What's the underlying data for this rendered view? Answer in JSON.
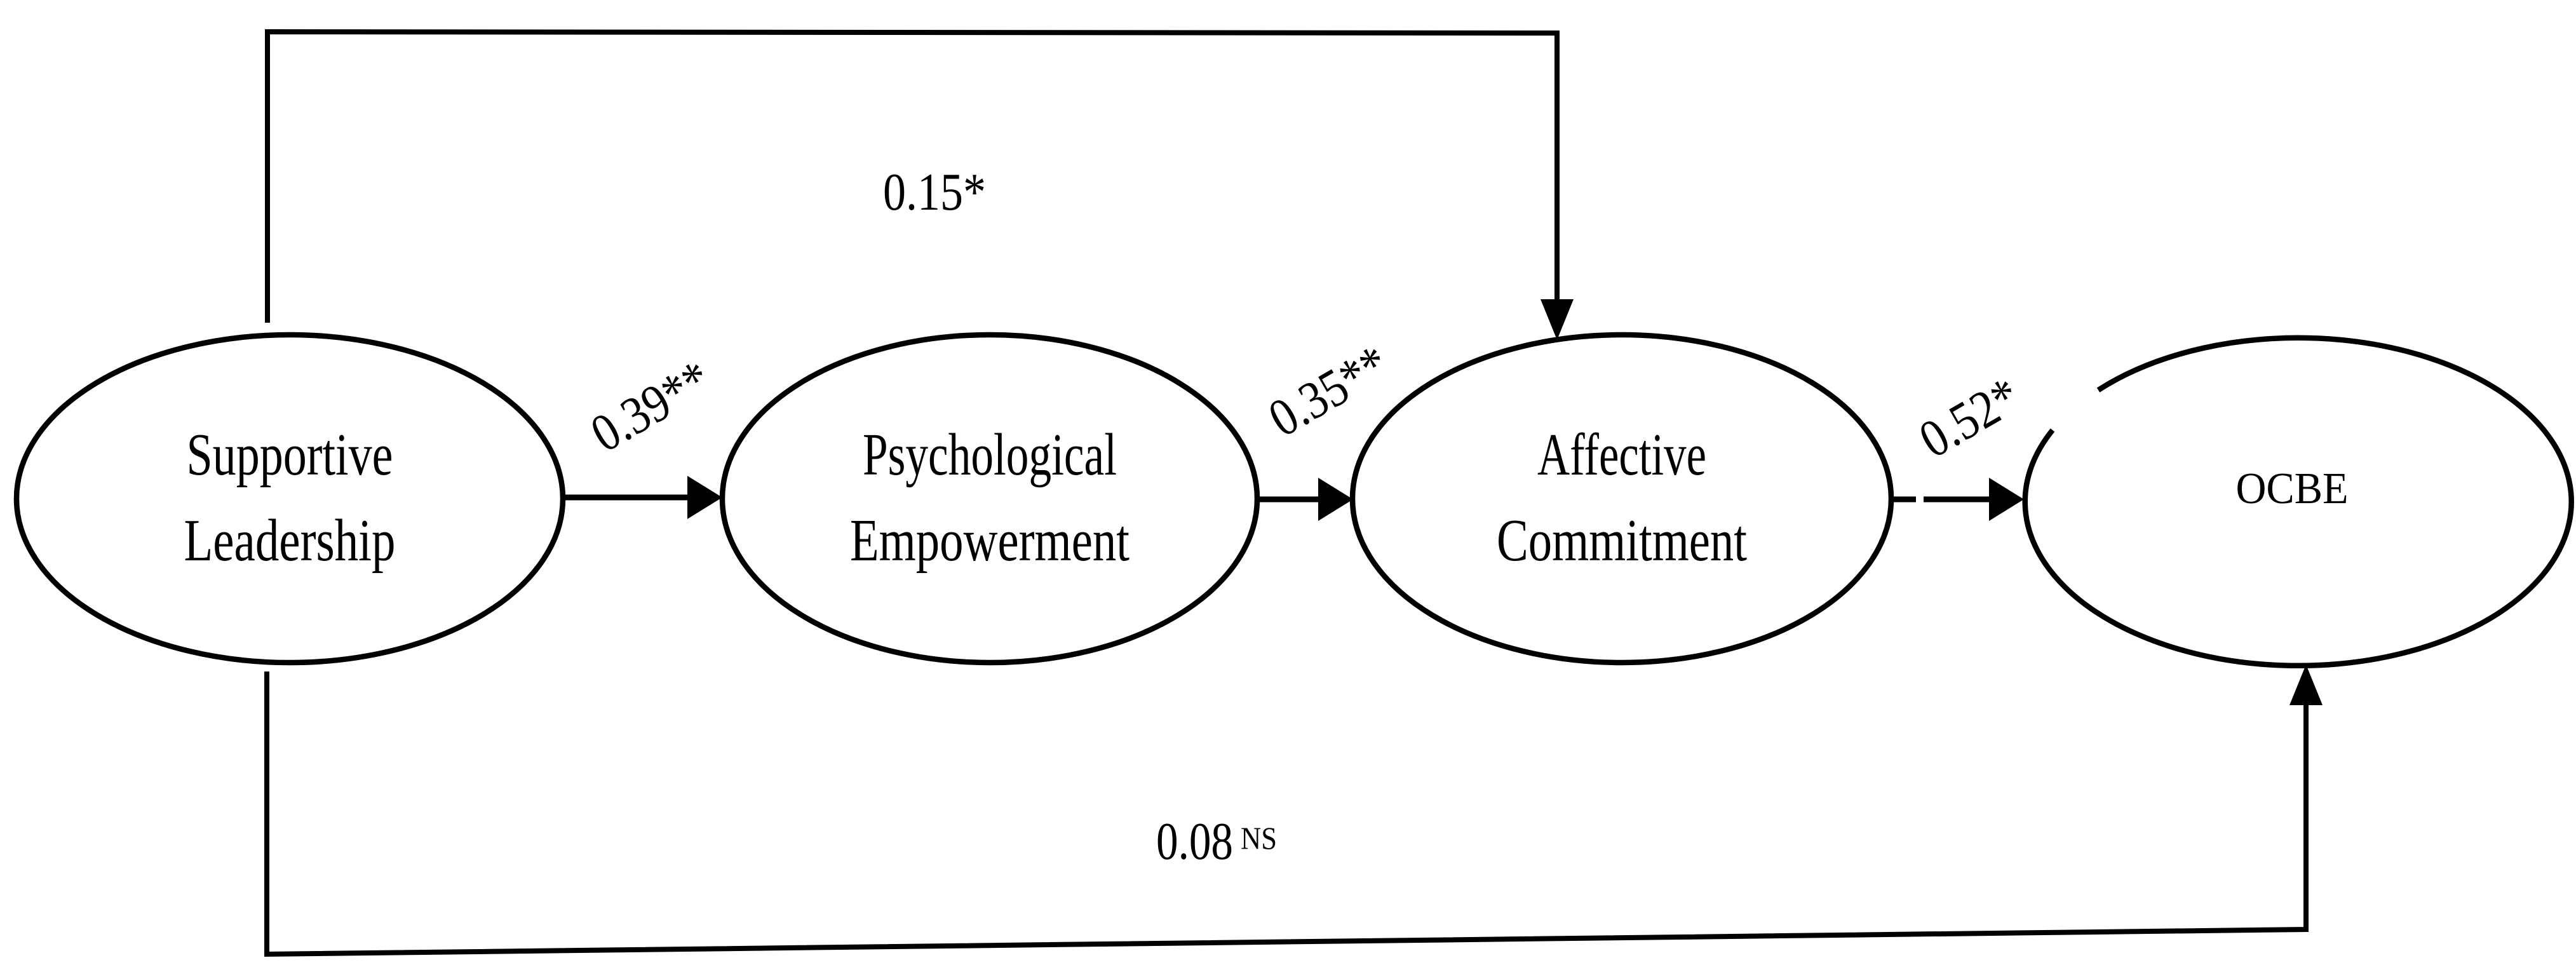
{
  "figure": {
    "type": "path-diagram",
    "background": "#ffffff",
    "ink": "#000000",
    "nodes": [
      {
        "id": "supportive-leadership",
        "line1": "Supportive",
        "line2": "Leadership"
      },
      {
        "id": "psychological-empowerment",
        "line1": "Psychological",
        "line2": "Empowerment"
      },
      {
        "id": "affective-commitment",
        "line1": "Affective",
        "line2": "Commitment"
      },
      {
        "id": "ocbe",
        "line1": "OCBE"
      }
    ],
    "paths": [
      {
        "from": "supportive-leadership",
        "to": "psychological-empowerment",
        "coefficient": "0.39**"
      },
      {
        "from": "psychological-empowerment",
        "to": "affective-commitment",
        "coefficient": "0.35**"
      },
      {
        "from": "affective-commitment",
        "to": "ocbe",
        "coefficient": "0.52*"
      },
      {
        "from": "supportive-leadership",
        "to": "affective-commitment",
        "coefficient": "0.15*"
      },
      {
        "from": "supportive-leadership",
        "to": "ocbe",
        "coefficient": "0.08",
        "significance": "NS"
      }
    ]
  }
}
